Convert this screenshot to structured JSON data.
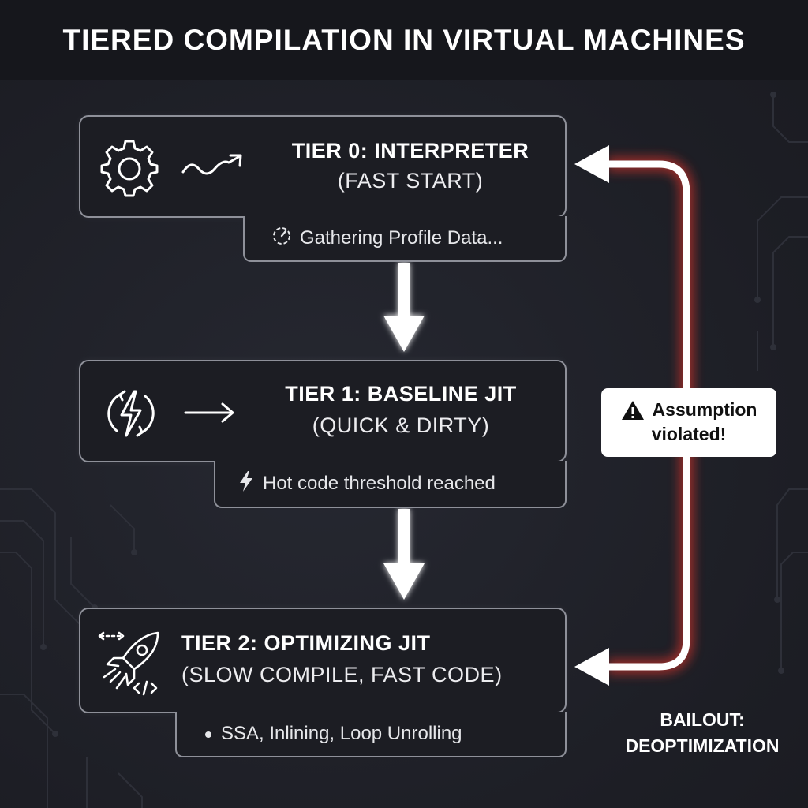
{
  "title": "TIERED COMPILATION IN VIRTUAL MACHINES",
  "tiers": [
    {
      "title": "TIER 0: INTERPRETER",
      "subtitle": "(FAST START)",
      "note": "Gathering Profile Data...",
      "icons": [
        "gear-icon",
        "squiggle-arrow-icon"
      ],
      "note_icon": "timer-icon"
    },
    {
      "title": "TIER 1: BASELINE JIT",
      "subtitle": "(QUICK & DIRTY)",
      "note": "Hot code threshold reached",
      "icons": [
        "lightning-cycle-icon",
        "arrow-right-icon"
      ],
      "note_icon": "lightning-icon"
    },
    {
      "title": "TIER 2: OPTIMIZING JIT",
      "subtitle": "(SLOW COMPILE, FAST CODE)",
      "note": "SSA, Inlining, Loop Unrolling",
      "icons": [
        "rocket-icon"
      ],
      "note_icon": "bullet-dot"
    }
  ],
  "callout": {
    "line1": "Assumption",
    "line2": "violated!",
    "icon": "warning-icon"
  },
  "bailout": {
    "line1": "BAILOUT:",
    "line2": "DEOPTIMIZATION"
  },
  "colors": {
    "background": "#1f2027",
    "header": "#16171c",
    "box_border": "#8e9099",
    "deopt_glow": "#c8302c",
    "text": "#ffffff"
  }
}
